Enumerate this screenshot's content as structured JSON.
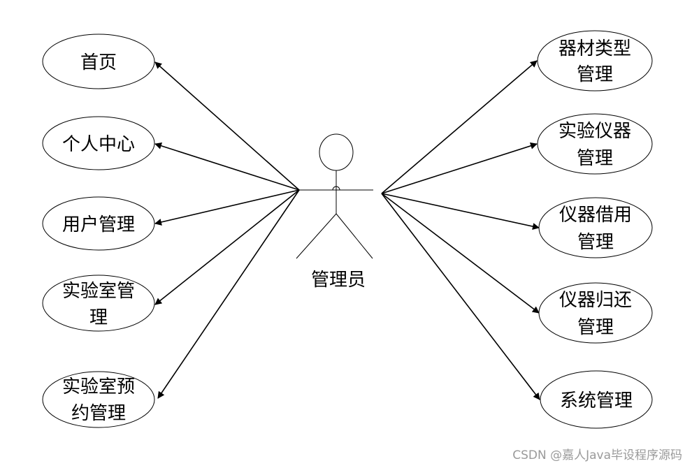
{
  "actor": {
    "label": "管理员"
  },
  "use_cases_left": [
    {
      "lines": [
        "首页"
      ]
    },
    {
      "lines": [
        "个人中心"
      ]
    },
    {
      "lines": [
        "用户管理"
      ]
    },
    {
      "lines": [
        "实验室管",
        "理"
      ]
    },
    {
      "lines": [
        "实验室预",
        "约管理"
      ]
    }
  ],
  "use_cases_right": [
    {
      "lines": [
        "器材类型",
        "管理"
      ]
    },
    {
      "lines": [
        "实验仪器",
        "管理"
      ]
    },
    {
      "lines": [
        "仪器借用",
        "管理"
      ]
    },
    {
      "lines": [
        "仪器归还",
        "管理"
      ]
    },
    {
      "lines": [
        "系统管理"
      ]
    }
  ],
  "watermark": "CSDN @嘉人Java毕设程序源码"
}
